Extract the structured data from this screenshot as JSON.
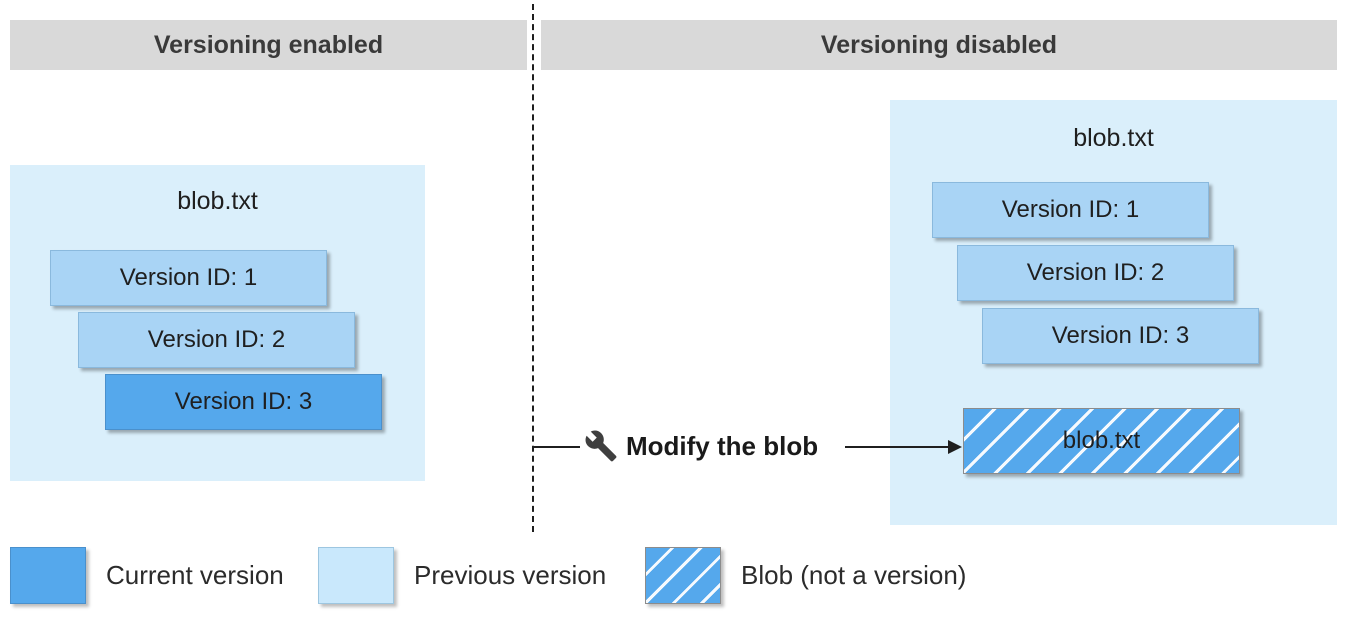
{
  "headers": {
    "enabled": "Versioning enabled",
    "disabled": "Versioning disabled"
  },
  "enabled_panel": {
    "title": "blob.txt",
    "versions": [
      {
        "label": "Version ID: 1",
        "state": "previous"
      },
      {
        "label": "Version ID: 2",
        "state": "previous"
      },
      {
        "label": "Version ID: 3",
        "state": "current"
      }
    ]
  },
  "disabled_panel": {
    "title": "blob.txt",
    "versions": [
      {
        "label": "Version ID: 1",
        "state": "previous"
      },
      {
        "label": "Version ID: 2",
        "state": "previous"
      },
      {
        "label": "Version ID: 3",
        "state": "previous"
      }
    ],
    "blob": {
      "label": "blob.txt",
      "state": "not-a-version"
    }
  },
  "action": {
    "icon": "wrench-icon",
    "label": "Modify the blob"
  },
  "legend": {
    "items": [
      {
        "label": "Current version",
        "swatch": "current"
      },
      {
        "label": "Previous version",
        "swatch": "previous"
      },
      {
        "label": "Blob (not a version)",
        "swatch": "blob-hatched"
      }
    ]
  },
  "colors": {
    "header_bg": "#d9d9d9",
    "panel_bg": "#daeffb",
    "previous_version": "#a9d4f5",
    "current_version": "#55a8ec",
    "legend_previous": "#c9e8fc",
    "hatch_blue": "#55a8ec",
    "line": "#1f1f1f",
    "text": "#262626"
  }
}
